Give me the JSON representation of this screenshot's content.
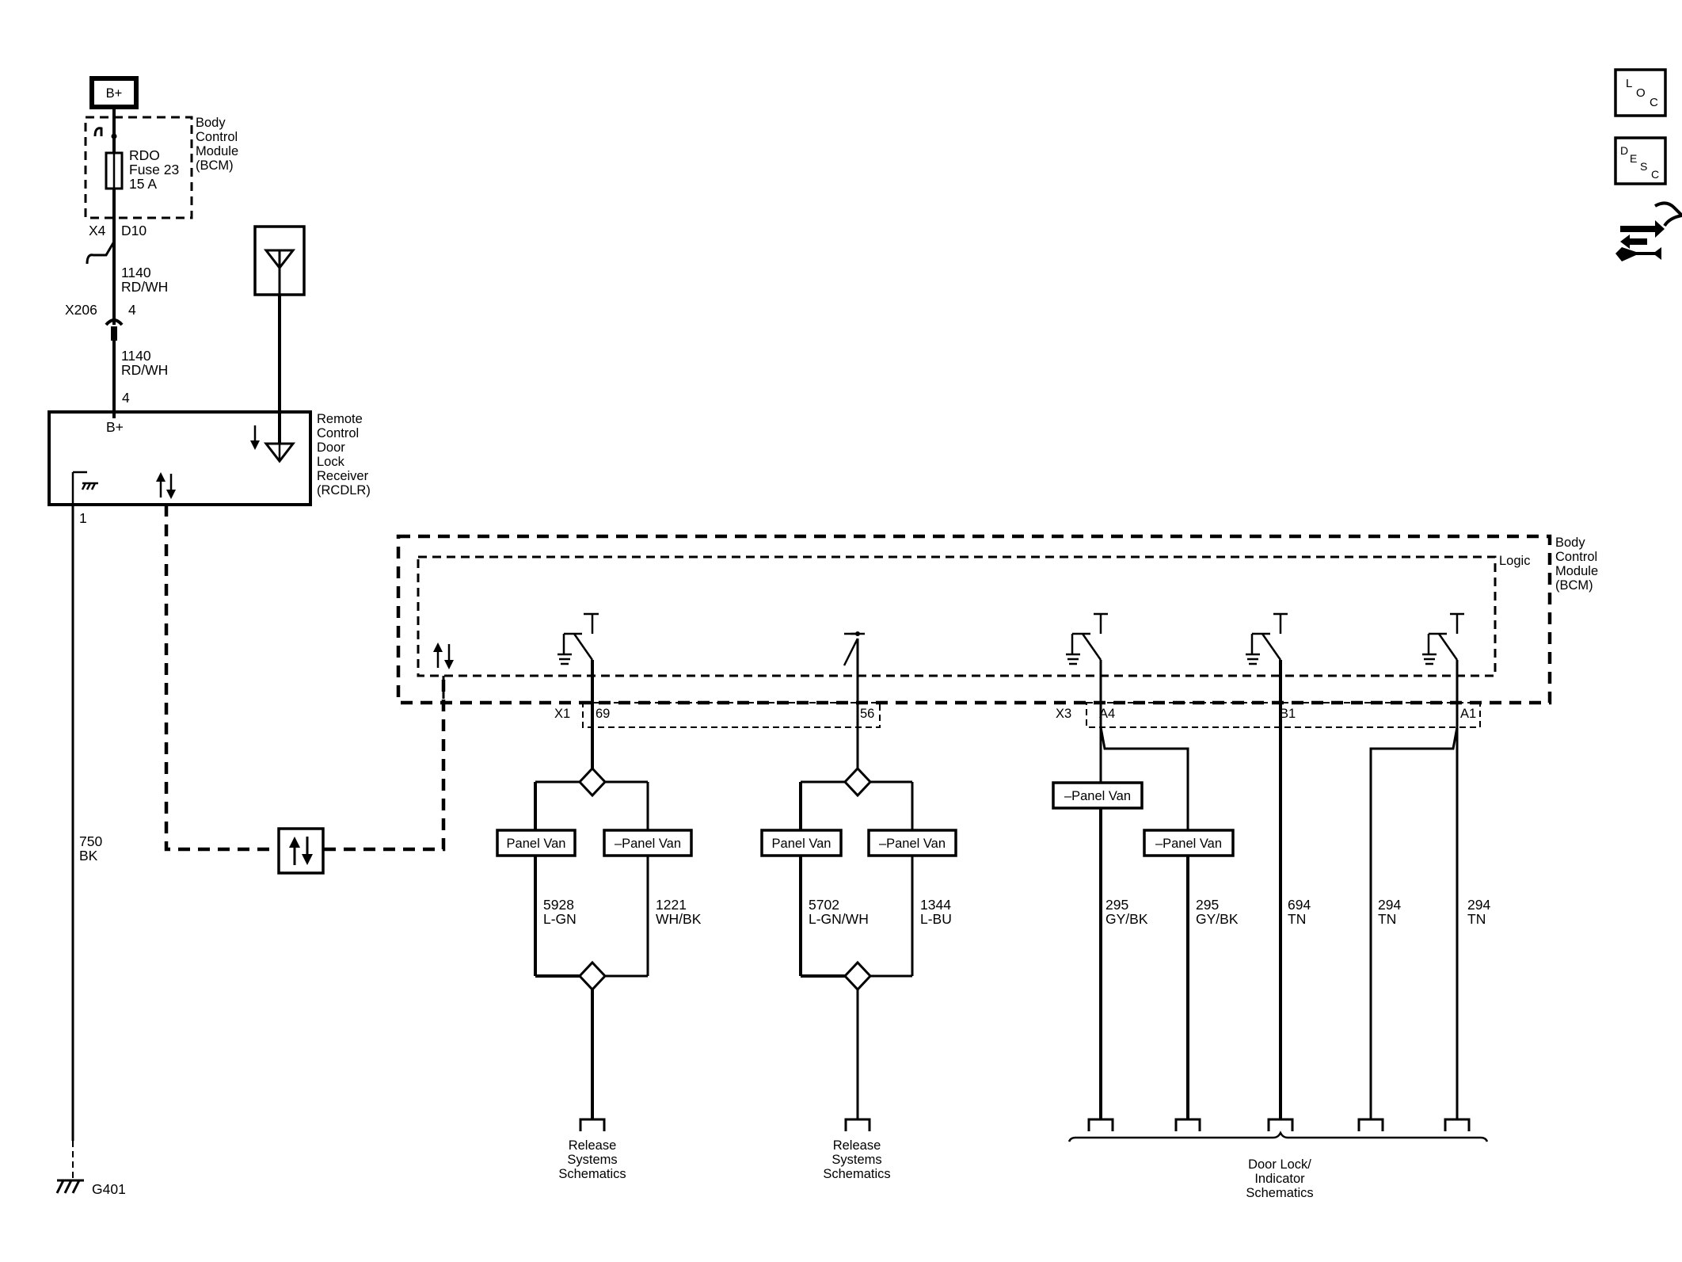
{
  "power": {
    "source": "B+",
    "fuse_module": [
      "Body",
      "Control",
      "Module",
      "(BCM)"
    ],
    "fuse_label": [
      "RDO",
      "Fuse 23",
      "15 A"
    ]
  },
  "connectors": {
    "x4": "X4",
    "d10": "D10",
    "x206": "X206",
    "x206_pin": "4",
    "rcdlr_pin_bplus": "4",
    "rcdlr_pin_gnd": "1"
  },
  "wires_top": {
    "w1140a": [
      "1140",
      "RD/WH"
    ],
    "w1140b": [
      "1140",
      "RD/WH"
    ],
    "w750": [
      "750",
      "BK"
    ]
  },
  "rcdlr": {
    "bplus": "B+",
    "name": [
      "Remote",
      "Control",
      "Door",
      "Lock",
      "Receiver",
      "(RCDLR)"
    ]
  },
  "ground": {
    "label": "G401"
  },
  "bcm": {
    "name": [
      "Body",
      "Control",
      "Module",
      "(BCM)"
    ],
    "logic": "Logic",
    "x1": "X1",
    "pin69": "69",
    "pin56": "56",
    "x3": "X3",
    "pinA4": "A4",
    "pinB1": "B1",
    "pinA1": "A1"
  },
  "options": {
    "panel_van": "Panel Van",
    "not_panel_van": "–Panel Van"
  },
  "wires_bottom": {
    "w5928": [
      "5928",
      "L-GN"
    ],
    "w1221": [
      "1221",
      "WH/BK"
    ],
    "w5702": [
      "5702",
      "L-GN/WH"
    ],
    "w1344": [
      "1344",
      "L-BU"
    ],
    "w295a": [
      "295",
      "GY/BK"
    ],
    "w295b": [
      "295",
      "GY/BK"
    ],
    "w694": [
      "694",
      "TN"
    ],
    "w294a": [
      "294",
      "TN"
    ],
    "w294b": [
      "294",
      "TN"
    ]
  },
  "destinations": {
    "release1": [
      "Release",
      "Systems",
      "Schematics"
    ],
    "release2": [
      "Release",
      "Systems",
      "Schematics"
    ],
    "doorlock": [
      "Door Lock/",
      "Indicator",
      "Schematics"
    ]
  },
  "icons": {
    "loc": [
      "L",
      "O",
      "C"
    ],
    "desc": [
      "D",
      "E",
      "S",
      "C"
    ],
    "nav_icon": "wrench-arrows-icon"
  }
}
